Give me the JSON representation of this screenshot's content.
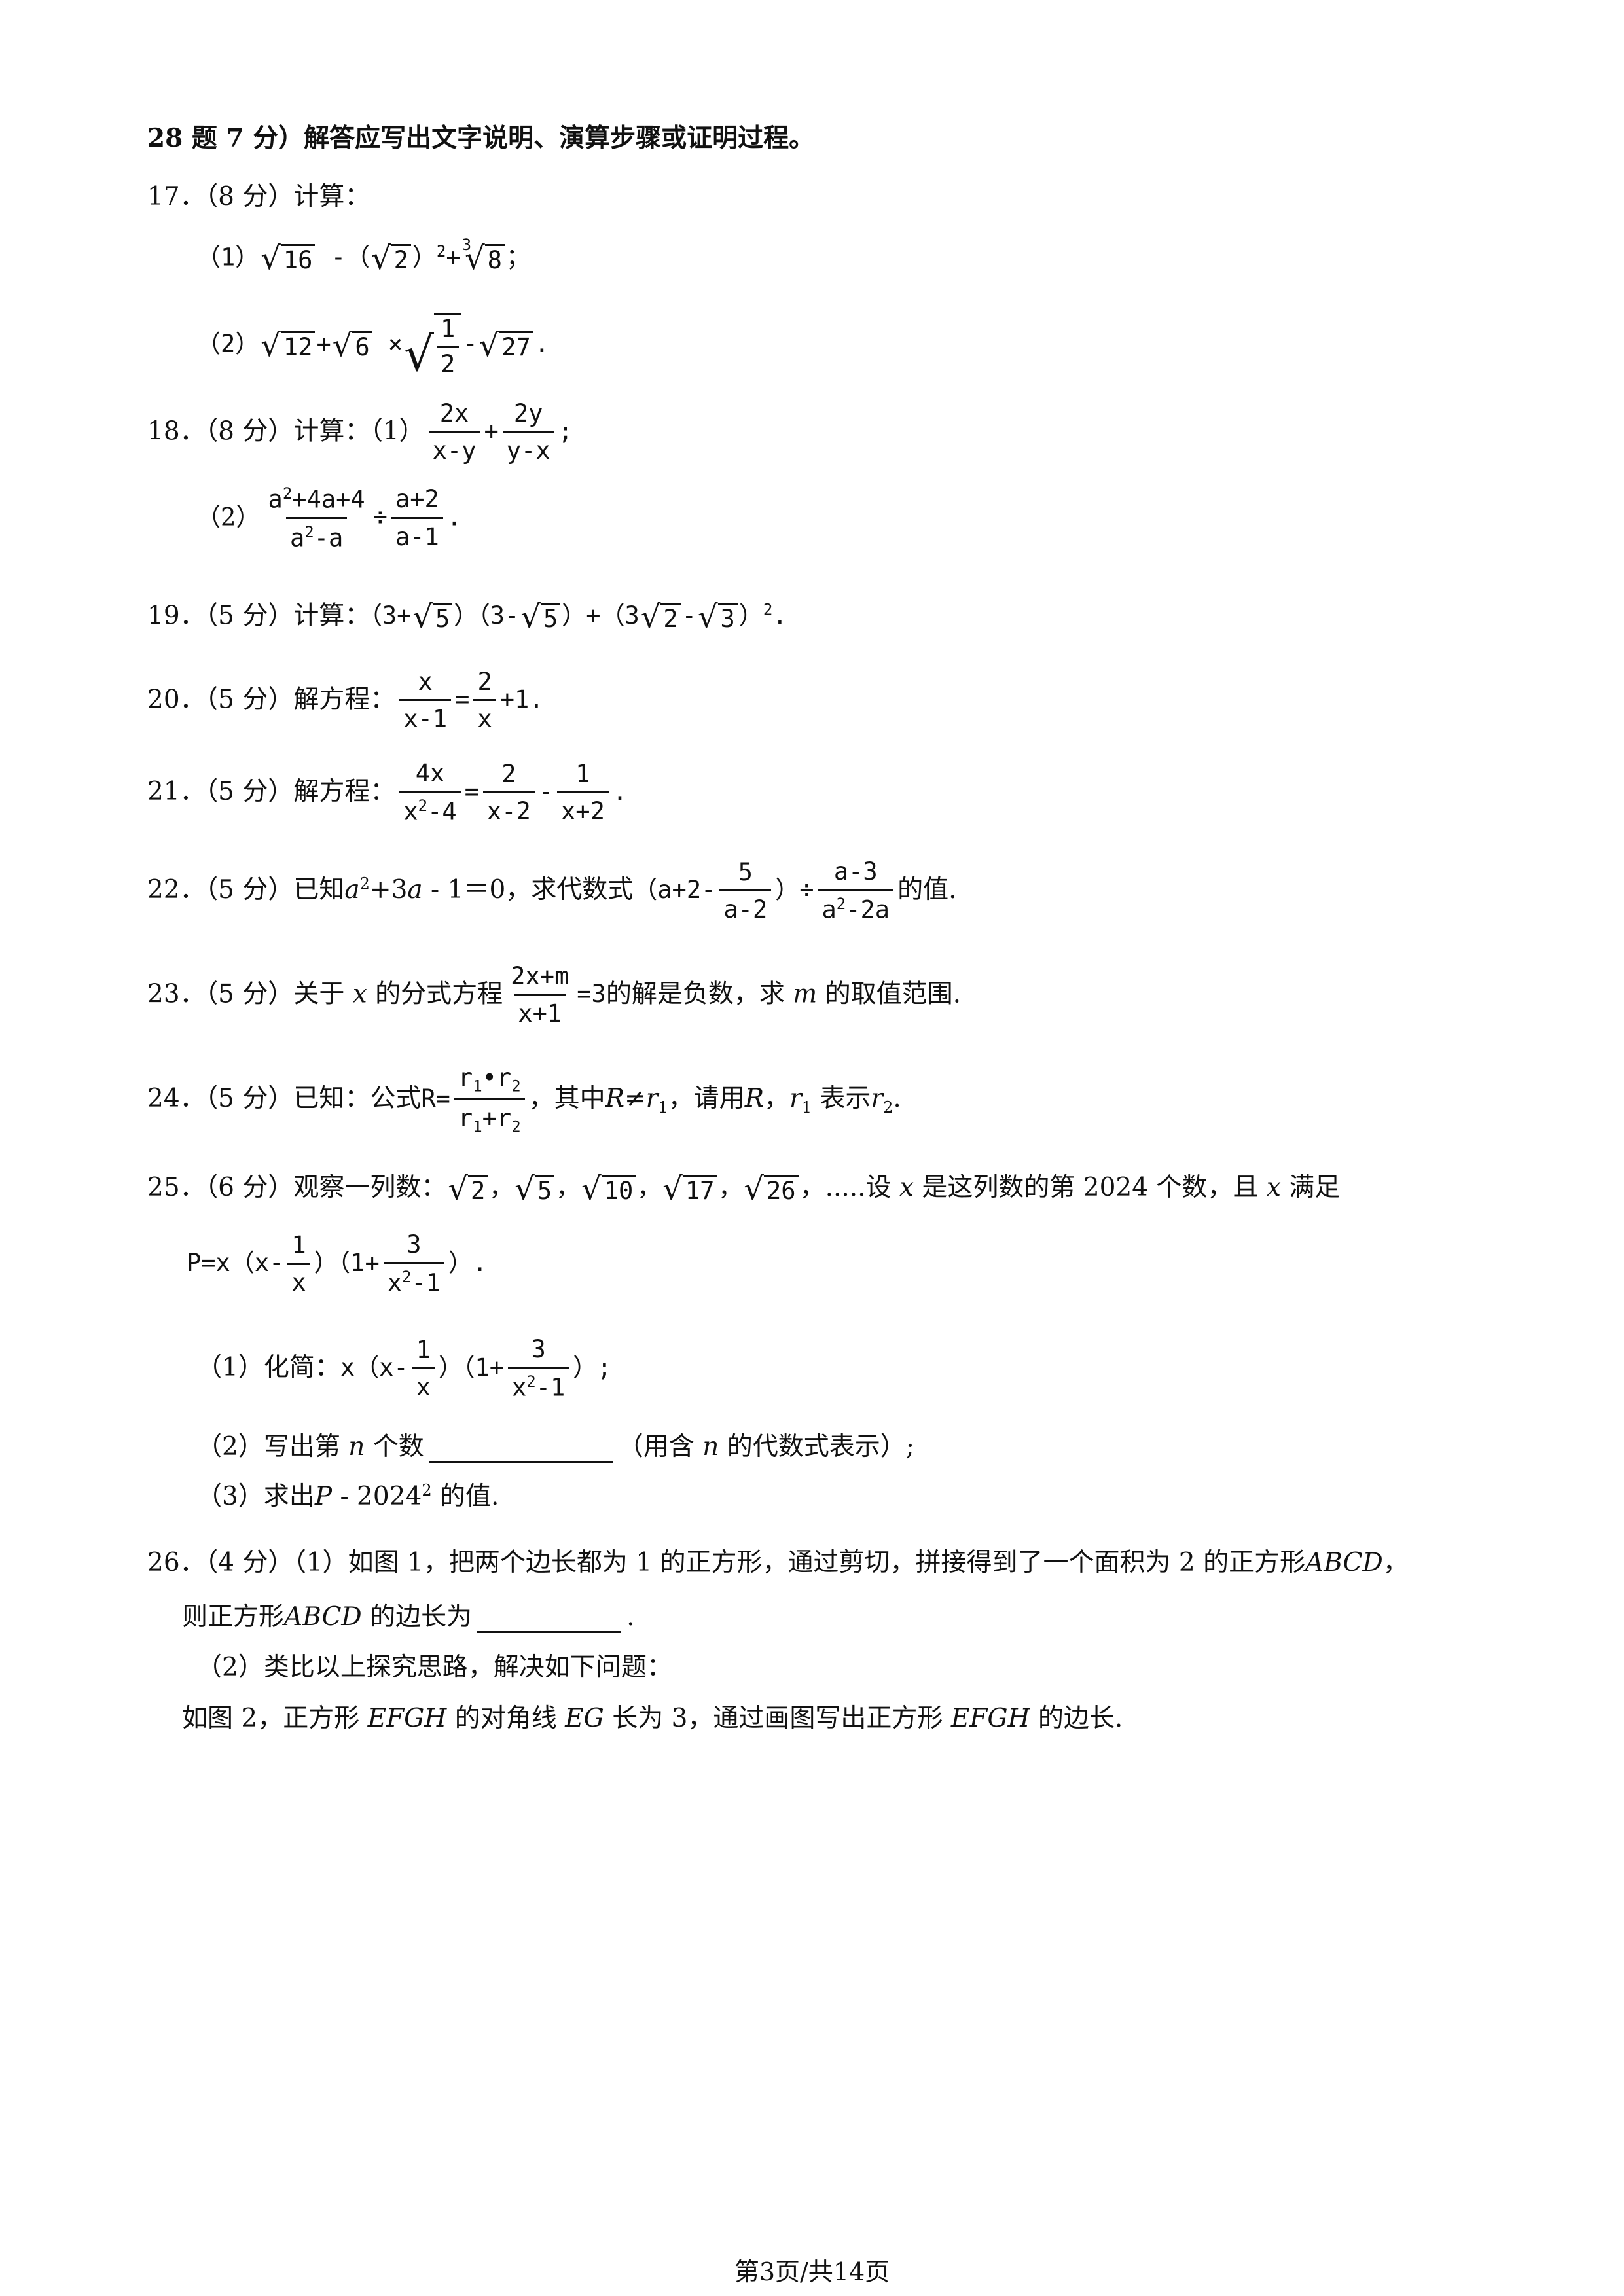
{
  "header_note": "28 题 7 分）解答应写出文字说明、演算步骤或证明过程。",
  "q17": {
    "head": "17．（8 分）计算：",
    "p1_label": "（1）",
    "p2_label": "（2）"
  },
  "q18": {
    "head": "18．（8 分）计算：（1）",
    "p2_label": "（2）"
  },
  "q19": {
    "head": "19．（5 分）计算："
  },
  "q20": {
    "head": "20．（5 分）解方程："
  },
  "q21": {
    "head": "21．（5 分）解方程："
  },
  "q22": {
    "head": "22．（5 分）已知",
    "mid": "，求代数式",
    "tail": "的值."
  },
  "q23": {
    "head": "23．（5 分）关于",
    "t1": "的分式方程",
    "t2": "的解是负数，求",
    "t3": "的取值范围."
  },
  "q24": {
    "head": "24．（5 分）已知：公式",
    "t1": "，其中",
    "t2": "，请用",
    "t3": "表示"
  },
  "q25": {
    "head": "25．（6 分）观察一列数：",
    "t1": "，.....设",
    "t2": "是这列数的第 2024 个数，且",
    "t3": "满足",
    "p1": "（1）化简：",
    "p2a": "（2）写出第",
    "p2b": "个数",
    "p2c": "（用含",
    "p2d": "的代数式表示）;",
    "p3a": "（3）求出",
    "p3b": "的值."
  },
  "q26": {
    "l1": "26．（4 分）（1）如图 1，把两个边长都为 1 的正方形，通过剪切，拼接得到了一个面积为 2 的正方形",
    "l2a": "则正方形",
    "l2b": "的边长为",
    "l3": "（2）类比以上探究思路，解决如下问题：",
    "l4a": "如图 2，正方形",
    "l4b": "的对角线",
    "l4c": "长为 3，通过画图写出正方形",
    "l4d": "的边长."
  },
  "footer": "第3页/共14页"
}
